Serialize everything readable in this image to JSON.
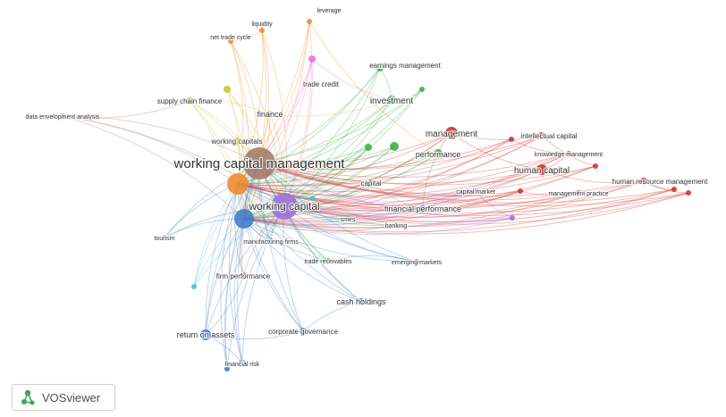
{
  "app": {
    "brand_label": "VOSviewer",
    "logo_icon": "vosviewer-logo-icon",
    "logo_color": "#3aa655"
  },
  "network": {
    "clusters": {
      "red": "#d32f2f",
      "green": "#3cae3a",
      "blue": "#3f7ac9",
      "yellow": "#c8c532",
      "purple": "#9b6ed6",
      "cyan": "#48c0cf",
      "orange": "#ee8a2c",
      "brown": "#a07a66",
      "pink": "#e86ed0"
    },
    "nodes": [
      {
        "id": "wcm",
        "label": "working capital management",
        "cluster": "brown",
        "weight": 10
      },
      {
        "id": "wc",
        "label": "working capital",
        "cluster": "purple",
        "weight": 7
      },
      {
        "id": "orange_hub",
        "label": "",
        "cluster": "orange",
        "weight": 5
      },
      {
        "id": "blue_hub",
        "label": "",
        "cluster": "blue",
        "weight": 5
      },
      {
        "id": "leverage",
        "label": "leverage",
        "cluster": "orange",
        "weight": 1
      },
      {
        "id": "liquidity",
        "label": "liquidity",
        "cluster": "orange",
        "weight": 1
      },
      {
        "id": "ntc",
        "label": "net trade cycle",
        "cluster": "orange",
        "weight": 1
      },
      {
        "id": "scf",
        "label": "supply chain finance",
        "cluster": "yellow",
        "weight": 2
      },
      {
        "id": "finance",
        "label": "finance",
        "cluster": "yellow",
        "weight": 2
      },
      {
        "id": "wcaps",
        "label": "working capitals",
        "cluster": "yellow",
        "weight": 2
      },
      {
        "id": "yel2",
        "label": "",
        "cluster": "yellow",
        "weight": 2
      },
      {
        "id": "dea",
        "label": "data envelopment analysis",
        "cluster": "brown",
        "weight": 1
      },
      {
        "id": "tradecredit",
        "label": "trade credit",
        "cluster": "pink",
        "weight": 2
      },
      {
        "id": "earnings",
        "label": "earnings management",
        "cluster": "green",
        "weight": 2
      },
      {
        "id": "investment",
        "label": "investment",
        "cluster": "green",
        "weight": 3
      },
      {
        "id": "performance",
        "label": "performance",
        "cluster": "green",
        "weight": 3
      },
      {
        "id": "green3",
        "label": "",
        "cluster": "green",
        "weight": 2
      },
      {
        "id": "green4",
        "label": "",
        "cluster": "green",
        "weight": 2
      },
      {
        "id": "capital",
        "label": "capital",
        "cluster": "green",
        "weight": 2
      },
      {
        "id": "banking",
        "label": "banking",
        "cluster": "green",
        "weight": 1
      },
      {
        "id": "green5",
        "label": "",
        "cluster": "green",
        "weight": 1
      },
      {
        "id": "management",
        "label": "management",
        "cluster": "red",
        "weight": 4
      },
      {
        "id": "intellectual",
        "label": "intellectual capital",
        "cluster": "red",
        "weight": 2
      },
      {
        "id": "knowledge",
        "label": "knowledge management",
        "cluster": "red",
        "weight": 2
      },
      {
        "id": "human",
        "label": "human capital",
        "cluster": "red",
        "weight": 4
      },
      {
        "id": "hrm",
        "label": "human resource management",
        "cluster": "red",
        "weight": 2
      },
      {
        "id": "mpractice",
        "label": "management practice",
        "cluster": "red",
        "weight": 1
      },
      {
        "id": "red6",
        "label": "",
        "cluster": "red",
        "weight": 1
      },
      {
        "id": "red7",
        "label": "",
        "cluster": "red",
        "weight": 1
      },
      {
        "id": "red8",
        "label": "",
        "cluster": "red",
        "weight": 1
      },
      {
        "id": "red9",
        "label": "",
        "cluster": "red",
        "weight": 1
      },
      {
        "id": "red10",
        "label": "",
        "cluster": "red",
        "weight": 1
      },
      {
        "id": "capmarket",
        "label": "capital market",
        "cluster": "purple",
        "weight": 1
      },
      {
        "id": "finperf",
        "label": "financial performance",
        "cluster": "purple",
        "weight": 2
      },
      {
        "id": "purple3",
        "label": "",
        "cluster": "purple",
        "weight": 1
      },
      {
        "id": "sme",
        "label": "smes",
        "cluster": "cyan",
        "weight": 1
      },
      {
        "id": "cyan2",
        "label": "",
        "cluster": "cyan",
        "weight": 1
      },
      {
        "id": "manufacturing",
        "label": "manufacturing firms",
        "cluster": "blue",
        "weight": 1
      },
      {
        "id": "tourism",
        "label": "tourism",
        "cluster": "blue",
        "weight": 1
      },
      {
        "id": "tradereceiv",
        "label": "trade receivables",
        "cluster": "green",
        "weight": 1
      },
      {
        "id": "emerging",
        "label": "emerging markets",
        "cluster": "blue",
        "weight": 1
      },
      {
        "id": "firmperf",
        "label": "firm performance",
        "cluster": "brown",
        "weight": 2
      },
      {
        "id": "cashholdings",
        "label": "cash holdings",
        "cluster": "blue",
        "weight": 2
      },
      {
        "id": "roa",
        "label": "return on assets",
        "cluster": "blue",
        "weight": 3
      },
      {
        "id": "corpgov",
        "label": "corporate governance",
        "cluster": "blue",
        "weight": 2
      },
      {
        "id": "finrisk",
        "label": "financial risk",
        "cluster": "blue",
        "weight": 2
      },
      {
        "id": "blue7",
        "label": "",
        "cluster": "blue",
        "weight": 1
      },
      {
        "id": "cyan3",
        "label": "",
        "cluster": "cyan",
        "weight": 1
      }
    ]
  }
}
